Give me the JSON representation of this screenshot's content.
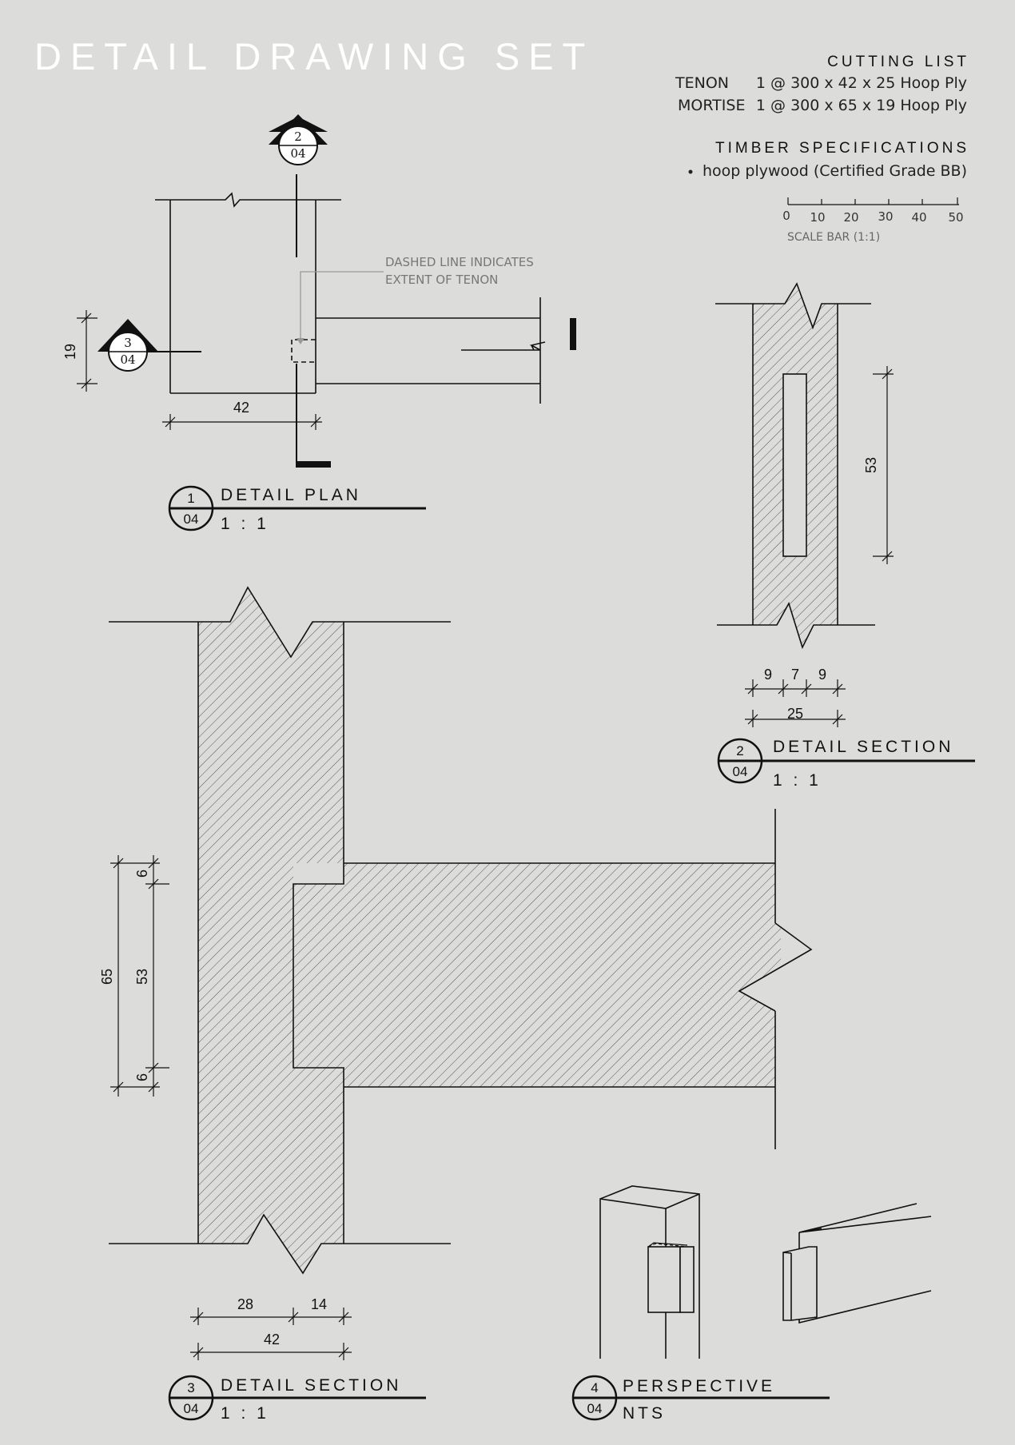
{
  "header": {
    "title": "DETAIL DRAWING SET"
  },
  "cutting_list": {
    "heading": "CUTTING LIST",
    "rows": [
      {
        "item": "TENON",
        "spec": "1 @ 300 x 42 x 25 Hoop Ply"
      },
      {
        "item": "MORTISE",
        "spec": "1 @ 300 x 65 x 19 Hoop Ply"
      }
    ]
  },
  "timber": {
    "heading": "TIMBER SPECIFICATIONS",
    "items": [
      "hoop plywood (Certified Grade BB)"
    ]
  },
  "scale_bar": {
    "ticks": [
      "0",
      "10",
      "20",
      "30",
      "40",
      "50"
    ],
    "label": "SCALE BAR (1:1)"
  },
  "plan": {
    "note_line1": "DASHED LINE INDICATES",
    "note_line2": "EXTENT OF TENON",
    "dim_width": "42",
    "dim_height": "19",
    "marker_top": {
      "num": "2",
      "sheet": "04"
    },
    "marker_left": {
      "num": "3",
      "sheet": "04"
    }
  },
  "section2_dims": {
    "a": "9",
    "b": "7",
    "c": "9",
    "total": "25",
    "height": "53"
  },
  "section3_dims": {
    "outer": "65",
    "inner": "53",
    "top": "6",
    "bottom": "6",
    "w1": "28",
    "w2": "14",
    "total": "42"
  },
  "captions": [
    {
      "num": "1",
      "sheet": "04",
      "title": "DETAIL PLAN",
      "scale": "1 : 1"
    },
    {
      "num": "2",
      "sheet": "04",
      "title": "DETAIL SECTION",
      "scale": "1 : 1"
    },
    {
      "num": "3",
      "sheet": "04",
      "title": "DETAIL SECTION",
      "scale": "1 : 1"
    },
    {
      "num": "4",
      "sheet": "04",
      "title": "PERSPECTIVE",
      "scale": "NTS"
    }
  ]
}
